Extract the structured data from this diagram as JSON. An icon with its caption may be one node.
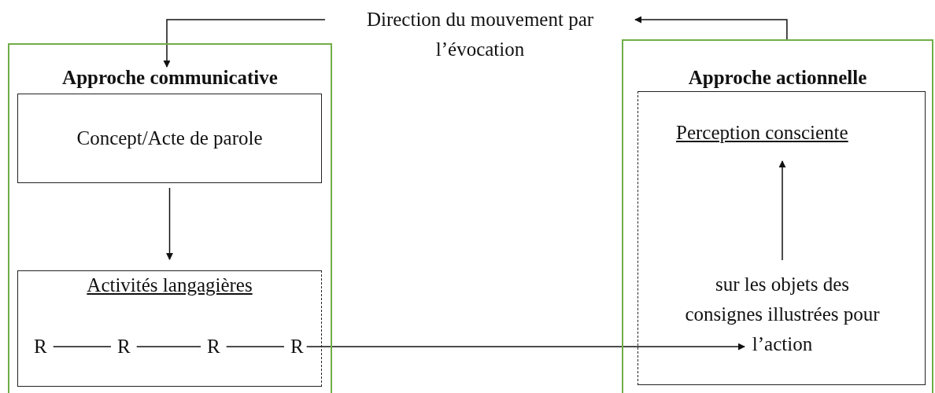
{
  "diagram": {
    "nodes": [
      {
        "text": [
          "Direction du mouvement par l’évocation"
        ]
      },
      {
        "text": [
          "Approche communicative"
        ]
      },
      {
        "text": [
          "Concept/Acte de parole"
        ],
        "in": 1
      },
      {
        "text": [
          "Activités langagières"
        ],
        "in": 1
      },
      {
        "text": [
          "R"
        ],
        "in": 3
      },
      {
        "text": [
          "R"
        ],
        "in": 3
      },
      {
        "text": [
          "R"
        ],
        "in": 3
      },
      {
        "text": [
          "R"
        ],
        "in": 3
      },
      {
        "text": [
          "Approche actionnelle"
        ]
      },
      {
        "text": [],
        "shape": "box",
        "in": 8
      },
      {
        "text": [
          "Perception consciente"
        ],
        "in": 9
      },
      {
        "text": [
          "sur les objets des consignes illustrées pour l’action"
        ],
        "in": 9
      }
    ],
    "edges": [
      {
        "from": 8,
        "to": 0,
        "arrow": "to"
      },
      {
        "from": 0,
        "to": 1,
        "arrow": "to"
      },
      {
        "from": 2,
        "to": 3,
        "arrow": "to"
      },
      {
        "from": 4,
        "to": 5,
        "arrow": "none"
      },
      {
        "from": 5,
        "to": 6,
        "arrow": "none"
      },
      {
        "from": 6,
        "to": 7,
        "arrow": "none"
      },
      {
        "from": 7,
        "to": 11,
        "arrow": "to"
      },
      {
        "from": 11,
        "to": 10,
        "arrow": "to"
      }
    ]
  }
}
